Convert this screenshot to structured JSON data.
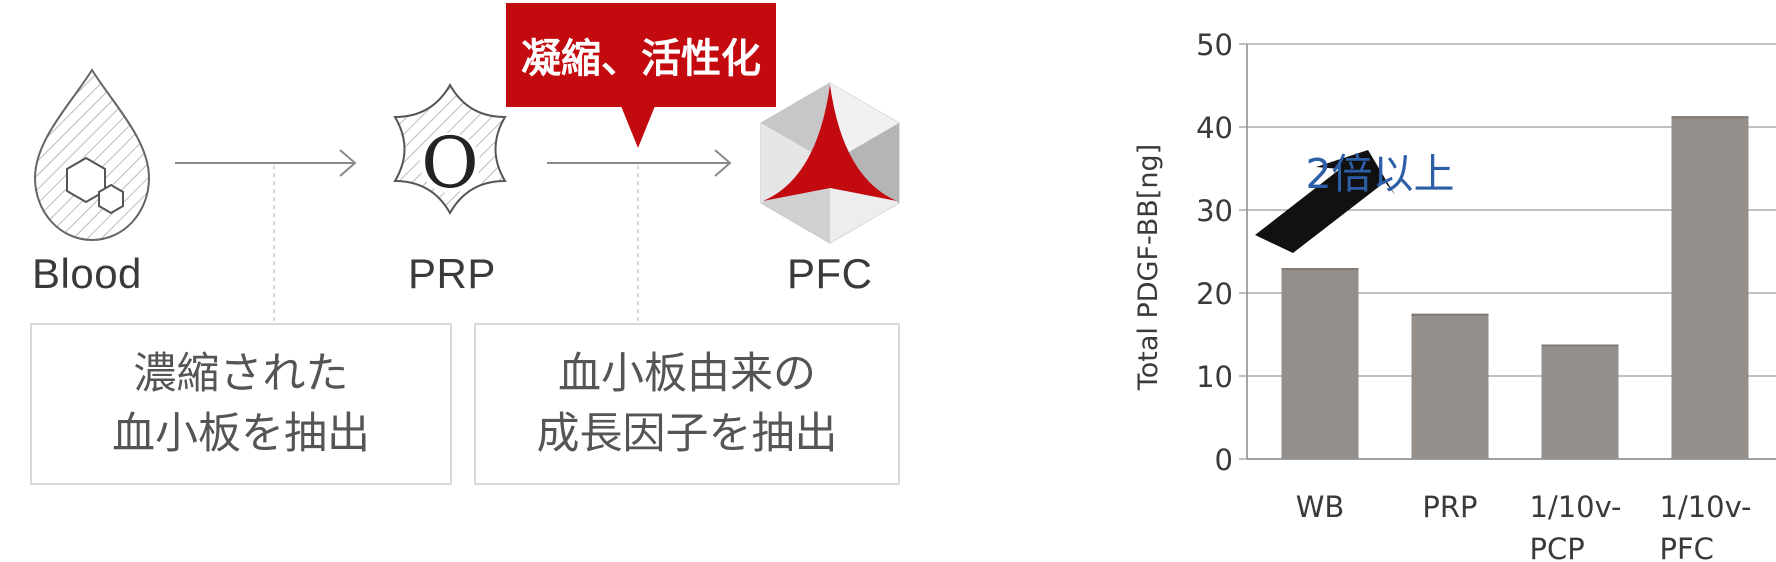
{
  "diagram": {
    "nodes": [
      {
        "label": "Blood"
      },
      {
        "label": "PRP",
        "symbol": "O"
      },
      {
        "label": "PFC"
      }
    ],
    "callout": "凝縮、活性化",
    "boxes": [
      {
        "line1": "濃縮された",
        "line2": "血小板を抽出"
      },
      {
        "line1": "血小板由来の",
        "line2": "成長因子を抽出"
      }
    ],
    "colors": {
      "accent": "#c20a0f",
      "arrow": "#8a8a8a",
      "text": "#3a3a3a"
    }
  },
  "chart_data": {
    "type": "bar",
    "categories": [
      [
        "WB"
      ],
      [
        "PRP"
      ],
      [
        "1/10v-",
        "PCP"
      ],
      [
        "1/10v-",
        "PFC"
      ]
    ],
    "values": [
      23,
      17.5,
      13.8,
      41.3
    ],
    "ylabel": "Total PDGF-BB[ng]",
    "ylim": [
      0,
      50
    ],
    "yticks": [
      0,
      10,
      20,
      30,
      40,
      50
    ],
    "grid": true,
    "bar_color": "#958f8b",
    "annotation": {
      "text": "2倍以上",
      "color": "#2d5fa8"
    }
  }
}
